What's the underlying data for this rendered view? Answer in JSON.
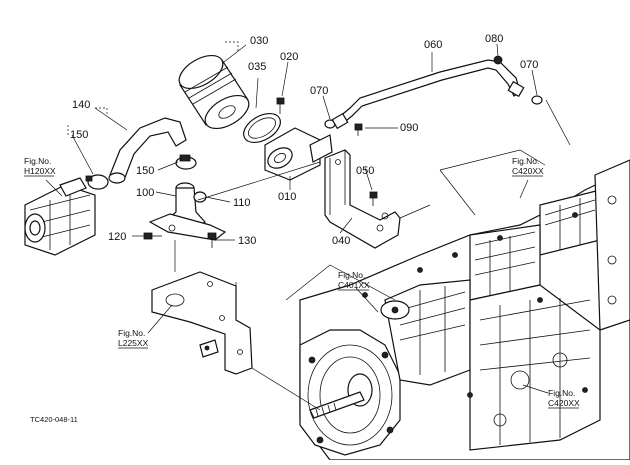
{
  "callouts": {
    "c010": "010",
    "c020": "020",
    "c030": "030",
    "c035": "035",
    "c040": "040",
    "c050": "050",
    "c060": "060",
    "c070a": "070",
    "c070b": "070",
    "c080": "080",
    "c090": "090",
    "c100": "100",
    "c110": "110",
    "c120": "120",
    "c130": "130",
    "c140": "140",
    "c150a": "150",
    "c150b": "150"
  },
  "figure_refs": {
    "h120": {
      "label": "Fig.No.",
      "code": "H120XX"
    },
    "c420_top": {
      "label": "Fig.No.",
      "code": "C420XX"
    },
    "c401": {
      "label": "Fig.No.",
      "code": "C401XX"
    },
    "l225": {
      "label": "Fig.No.",
      "code": "L225XX"
    },
    "c420_bottom": {
      "label": "Fig.No.",
      "code": "C420XX"
    }
  },
  "drawing_code": "TC420-048-11"
}
